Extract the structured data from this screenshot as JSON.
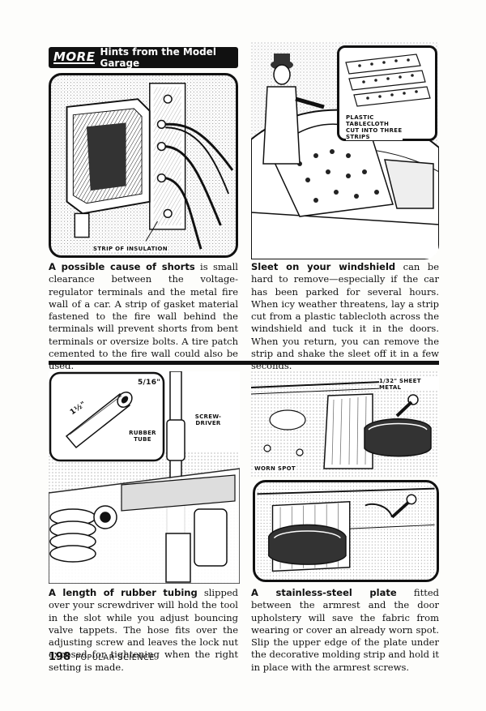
{
  "header": {
    "more": "MORE",
    "rest": "Hints from the Model Garage"
  },
  "panels": {
    "regulator": {
      "callouts": [
        "STRIP OF INSULATION"
      ],
      "caption_lead": "A possible cause of shorts",
      "caption_body": " is small clearance between the voltage-regulator terminals and the metal fire wall of a car. A strip of gasket material fastened to the fire wall behind the terminals will prevent shorts from bent terminals or oversize bolts. A tire patch cemented to the fire wall could also be used."
    },
    "windshield": {
      "callouts": [
        "PLASTIC TABLECLOTH CUT INTO THREE STRIPS"
      ],
      "caption_lead": "Sleet on your windshield",
      "caption_body": " can be hard to remove—especially if the car has been parked for several hours. When icy weather threatens, lay a strip cut from a plastic tablecloth across the windshield and tuck it in the doors. When you return, you can remove the strip and shake the sleet off it in a few seconds."
    },
    "tubing": {
      "callouts": [
        "1½\"",
        "5/16\"",
        "RUBBER TUBE",
        "SCREW-DRIVER"
      ],
      "caption_lead": "A length of rubber tubing",
      "caption_body": " slipped over your screwdriver will hold the tool in the slot while you adjust bouncing valve tappets. The hose fits over the adjusting screw and leaves the lock nut exposed for tightening when the right setting is made."
    },
    "plate": {
      "callouts": [
        "1/32\" SHEET METAL",
        "WORN SPOT"
      ],
      "caption_lead": "A stainless-steel plate",
      "caption_body": " fitted between the armrest and the door upholstery will save the fabric from wearing or cover an already worn spot. Slip the upper edge of the plate under the decorative molding strip and hold it in place with the armrest screws."
    }
  },
  "footer": {
    "page_number": "198",
    "magazine": "POPULAR SCIENCE"
  }
}
